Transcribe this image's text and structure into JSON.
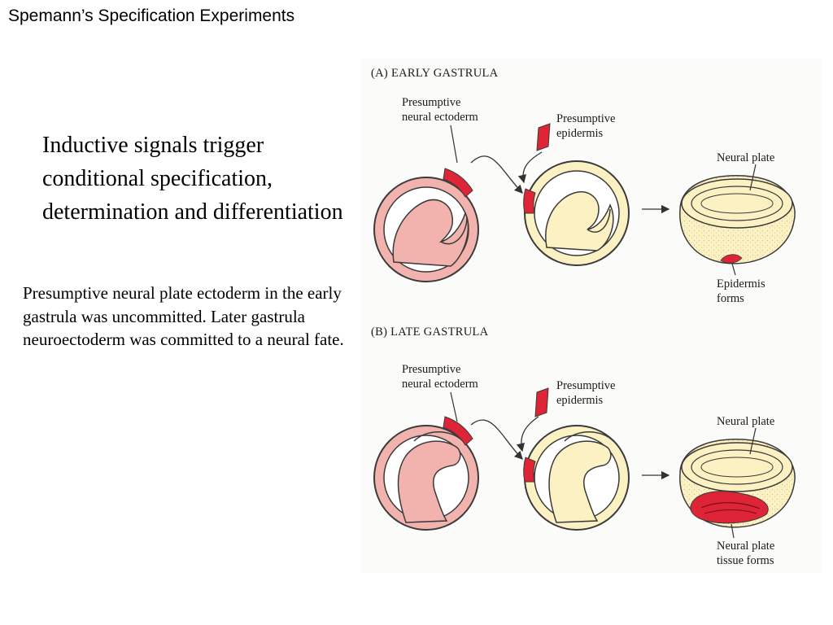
{
  "slide": {
    "title": "Spemann’s Specification Experiments",
    "heading": "Inductive signals trigger conditional specification, determination and differentiation",
    "body": "Presumptive neural plate ectoderm in the early gastrula was uncommitted. Later gastrula neuroectoderm was committed to a neural fate."
  },
  "figure": {
    "panel_a": {
      "label": "(A)  EARLY GASTRULA",
      "presumptive_neural_ectoderm": [
        "Presumptive",
        "neural ectoderm"
      ],
      "presumptive_epidermis": [
        "Presumptive",
        "epidermis"
      ],
      "neural_plate": "Neural plate",
      "result": [
        "Epidermis",
        "forms"
      ]
    },
    "panel_b": {
      "label": "(B)  LATE GASTRULA",
      "presumptive_neural_ectoderm": [
        "Presumptive",
        "neural ectoderm"
      ],
      "presumptive_epidermis": [
        "Presumptive",
        "epidermis"
      ],
      "neural_plate": "Neural plate",
      "result": [
        "Neural plate",
        "tissue forms"
      ]
    }
  },
  "colors": {
    "pink_embryo": "#f2b2ad",
    "yellow_embryo": "#fbf1c2",
    "red_tissue": "#de2538",
    "outline": "#3a3a3a"
  }
}
